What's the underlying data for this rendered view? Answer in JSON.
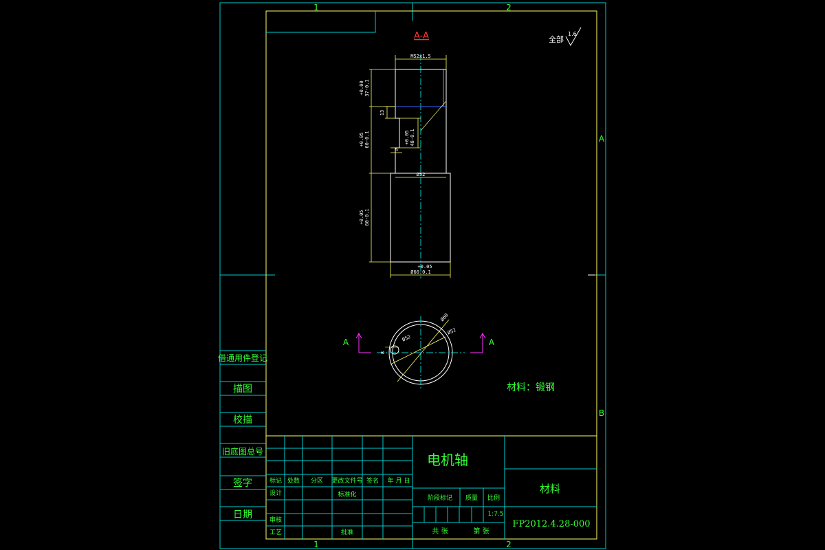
{
  "frame": {
    "zones_top": [
      "1",
      "2"
    ],
    "zones_bottom": [
      "1",
      "2"
    ],
    "zones_right": [
      "A",
      "B"
    ]
  },
  "section_title": "A-A",
  "roughness": {
    "label": "全部",
    "value": "1.6"
  },
  "dimensions": {
    "top_thread": "M52x1.5",
    "upper_len_tol": "+0.00",
    "upper_len": "37-0.1",
    "step_13": "13",
    "mid_len_tol": "+0.05",
    "mid_len": "60-0.1",
    "groove_tol": "+0.05",
    "groove": "48-0.1",
    "step_5": "5",
    "mid_dia": "Ø52",
    "lower_len_tol": "+0.05",
    "lower_len": "60-0.1",
    "base_dia_tol": "+0.05",
    "base_dia": "Ø60-0.1",
    "circle_outer": "Ø60",
    "circle_inner": "Ø52",
    "circle_mid": "Ø52",
    "circle_small": "8"
  },
  "section_markers": {
    "left": "A",
    "right": "A"
  },
  "material_note": "材料：锻钢",
  "side_table": [
    "借通用件登记",
    "描图",
    "校描",
    "旧底图总号",
    "签字",
    "日期"
  ],
  "title_block": {
    "part_name": "电机轴",
    "material_label": "材料",
    "drawing_no": "FP2012.4.28-000",
    "rev_headers": [
      "标记",
      "处数",
      "分区",
      "更改文件号",
      "签名",
      "年 月 日"
    ],
    "design_labels": [
      "设计",
      "标准化"
    ],
    "review": "审核",
    "process": "工艺",
    "approve": "批准",
    "stage_label": "阶段标记",
    "weight_label": "质量",
    "scale_label": "比例",
    "scale_value": "1:7.5",
    "sheets_total": "共  张",
    "sheet_no": "第  张"
  }
}
